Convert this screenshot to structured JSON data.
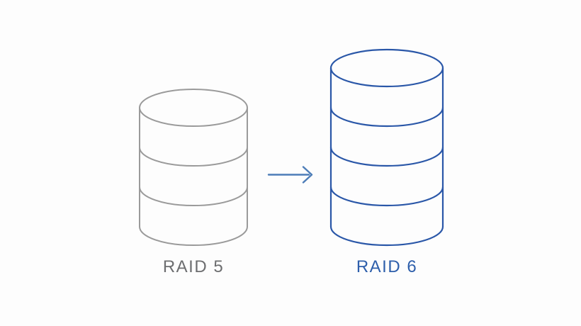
{
  "page": {
    "background": "#fdfdfd"
  },
  "diagram": {
    "description": "RAID 5 to RAID 6 upgrade illustration",
    "items": [
      {
        "id": "raid5",
        "label": "RAID 5",
        "segments": 3,
        "stroke_color": "#9a9a9a",
        "label_color": "#6d6e70"
      },
      {
        "id": "raid6",
        "label": "RAID 6",
        "segments": 4,
        "stroke_color": "#2a57a8",
        "label_color": "#2e5fab"
      }
    ],
    "arrow": {
      "icon": "arrow-right-icon",
      "direction": "right",
      "color": "#4d7db8"
    }
  }
}
